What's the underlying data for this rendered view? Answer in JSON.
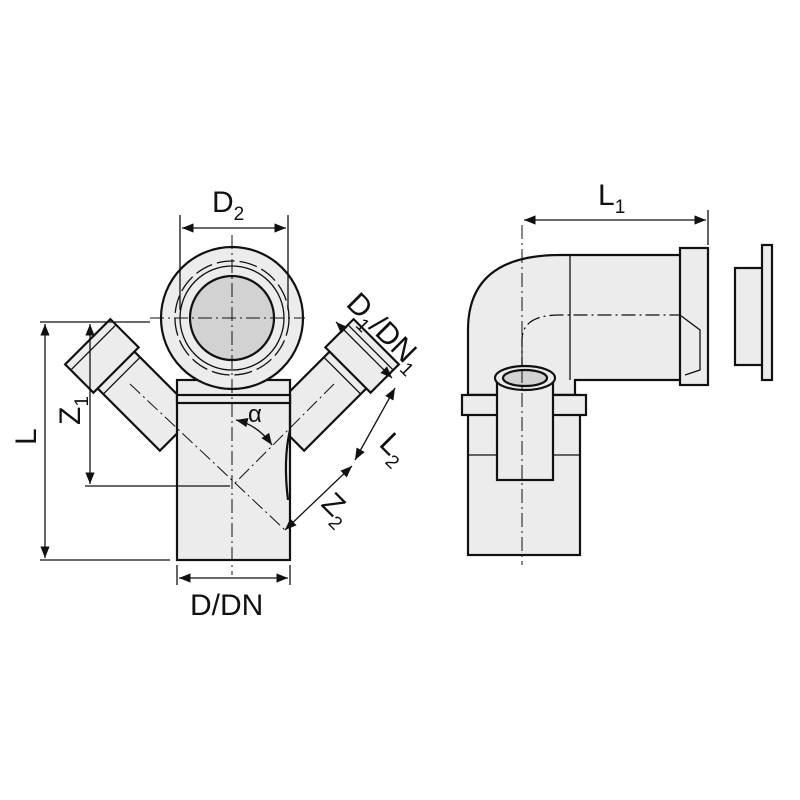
{
  "labels": {
    "d2": {
      "main": "D",
      "sub": "2"
    },
    "d1dn1": {
      "main1": "D",
      "sub1": "1",
      "main2": "/DN",
      "sub2": "1"
    },
    "l2": {
      "main": "L",
      "sub": "2"
    },
    "z2": {
      "main": "Z",
      "sub": "2"
    },
    "d_dn": {
      "main": "D/DN"
    },
    "l": {
      "main": "L"
    },
    "z1": {
      "main": "Z",
      "sub": "1"
    },
    "alpha": {
      "main": "α"
    },
    "l1": {
      "main": "L",
      "sub": "1"
    }
  }
}
